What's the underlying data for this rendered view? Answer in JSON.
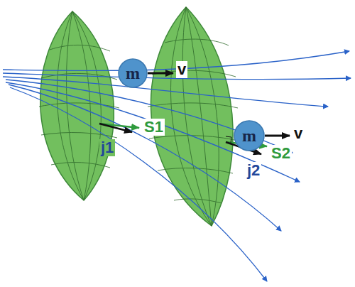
{
  "diagram": {
    "nodes": [
      {
        "text": [
          "m"
        ]
      },
      {
        "text": [
          "m"
        ]
      }
    ],
    "labels": [
      "v",
      "v",
      "S1",
      "j1",
      "S2",
      "j2"
    ]
  }
}
